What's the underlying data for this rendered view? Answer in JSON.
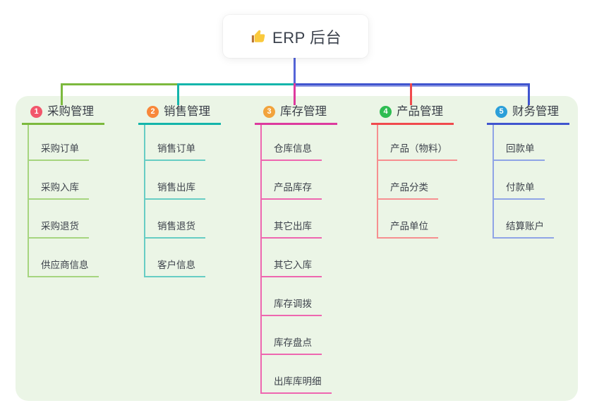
{
  "root": {
    "title": "ERP 后台",
    "icon": "thumbs-up"
  },
  "branches": [
    {
      "num": "1",
      "title": "采购管理",
      "colors": {
        "badge": "#f2566b",
        "line": "#7cb93e",
        "child_line": "#a6d57f"
      },
      "children": [
        "采购订单",
        "采购入库",
        "采购退货",
        "供应商信息"
      ]
    },
    {
      "num": "2",
      "title": "销售管理",
      "colors": {
        "badge": "#f8873a",
        "line": "#14b5ab",
        "child_line": "#67cdc4"
      },
      "children": [
        "销售订单",
        "销售出库",
        "销售退货",
        "客户信息"
      ]
    },
    {
      "num": "3",
      "title": "库存管理",
      "colors": {
        "badge": "#f2a33c",
        "line": "#dd3a9e",
        "child_line": "#ee67b0"
      },
      "children": [
        "仓库信息",
        "产品库存",
        "其它出库",
        "其它入库",
        "库存调拨",
        "库存盘点",
        "出库库明细"
      ]
    },
    {
      "num": "4",
      "title": "产品管理",
      "colors": {
        "badge": "#2ebd52",
        "line": "#f04a4d",
        "child_line": "#f68f90"
      },
      "children": [
        "产品（物料）",
        "产品分类",
        "产品单位"
      ]
    },
    {
      "num": "5",
      "title": "财务管理",
      "colors": {
        "badge": "#2b9fd9",
        "line": "#4055cf",
        "child_line": "#8fa4e6"
      },
      "children": [
        "回款单",
        "付款单",
        "结算账户"
      ]
    }
  ],
  "colors": {
    "canvas_bg": "#ebf5e6",
    "root_drop": "#5565d8",
    "trunk_light": "#97a1e5",
    "thumb_hand": "#fac93c",
    "thumb_cuff": "#b87333"
  }
}
